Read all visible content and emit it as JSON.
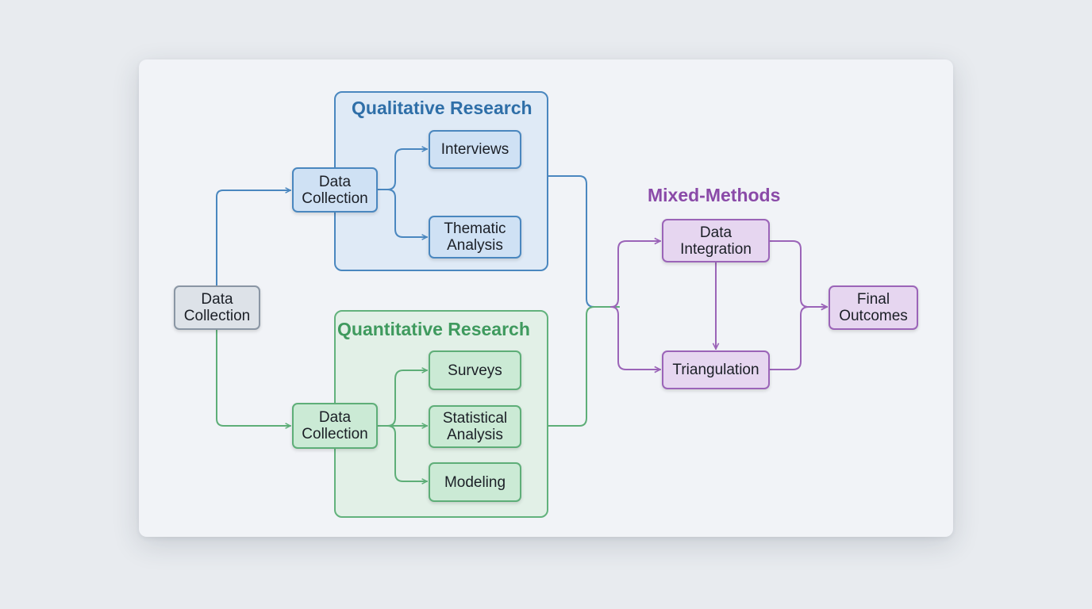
{
  "regions": {
    "qualitative": {
      "title": "Qualitative Research"
    },
    "quantitative": {
      "title": "Quantitative Research"
    },
    "mixed": {
      "title": "Mixed-Methods"
    }
  },
  "nodes": {
    "root": "Data\nCollection",
    "qual_collection": "Data\nCollection",
    "interviews": "Interviews",
    "thematic": "Thematic\nAnalysis",
    "quant_collection": "Data\nCollection",
    "surveys": "Surveys",
    "statistical": "Statistical\nAnalysis",
    "modeling": "Modeling",
    "integration": "Data\nIntegration",
    "triangulation": "Triangulation",
    "final": "Final\nOutcomes"
  },
  "colors": {
    "qualitative": "#4a87bf",
    "quantitative": "#5eae78",
    "mixed": "#9b64b8",
    "root": "#8a96a4"
  }
}
